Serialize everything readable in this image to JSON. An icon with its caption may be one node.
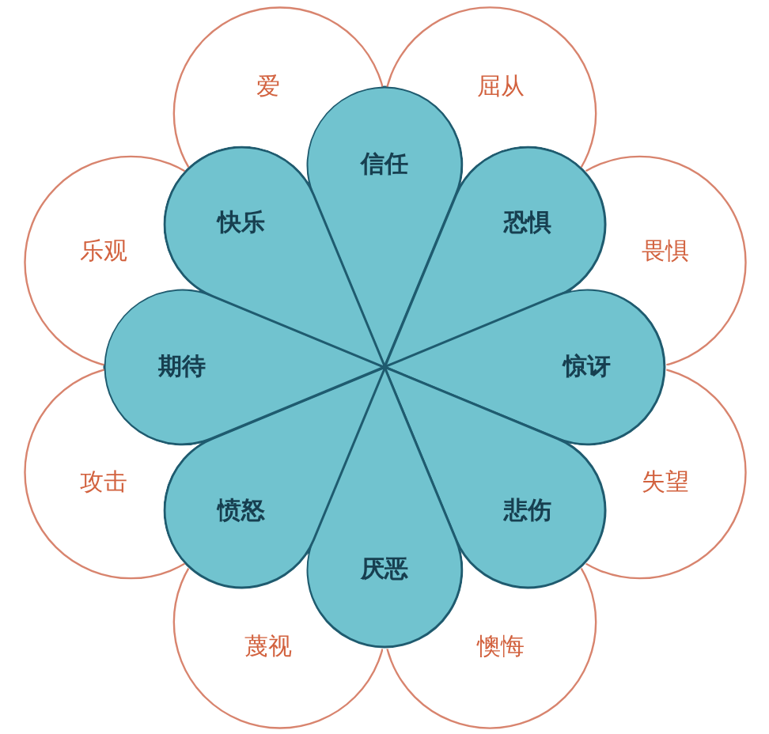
{
  "diagram": {
    "nodes": [
      {
        "text": [
          "信任"
        ]
      },
      {
        "text": [
          "恐惧"
        ]
      },
      {
        "text": [
          "惊讶"
        ]
      },
      {
        "text": [
          "悲伤"
        ]
      },
      {
        "text": [
          "厌恶"
        ]
      },
      {
        "text": [
          "愤怒"
        ]
      },
      {
        "text": [
          "期待"
        ]
      },
      {
        "text": [
          "快乐"
        ]
      },
      {
        "text": [
          "屈从"
        ]
      },
      {
        "text": [
          "畏惧"
        ]
      },
      {
        "text": [
          "失望"
        ]
      },
      {
        "text": [
          "懊悔"
        ]
      },
      {
        "text": [
          "蔑视"
        ]
      },
      {
        "text": [
          "攻击"
        ]
      },
      {
        "text": [
          "乐观"
        ]
      },
      {
        "text": [
          "爱"
        ]
      }
    ]
  }
}
